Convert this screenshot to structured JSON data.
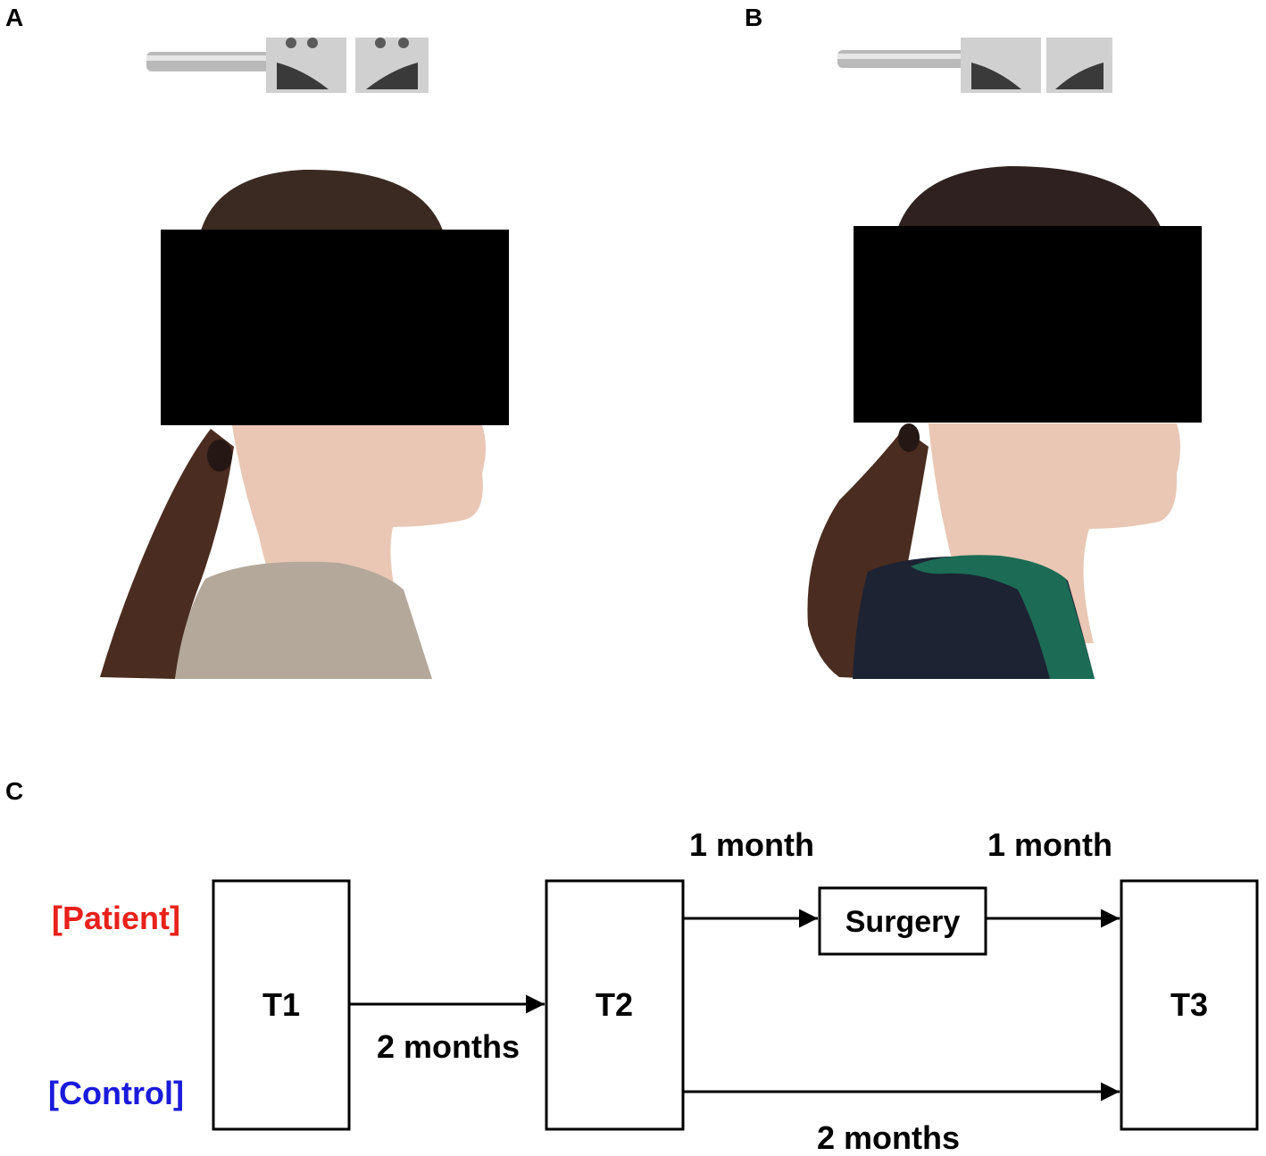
{
  "panels": {
    "a": "A",
    "b": "B",
    "c": "C"
  },
  "photos": {
    "a": {
      "description_icon": "profile-photo-icon",
      "censor_color": "#000000",
      "clothing_color": "#b4a89a"
    },
    "b": {
      "description_icon": "profile-photo-icon",
      "censor_color": "#000000",
      "clothing_color": "#1d2333",
      "collar_color": "#1b6b55"
    }
  },
  "timeline": {
    "groups": {
      "patient": "[Patient]",
      "control": "[Control]"
    },
    "group_colors": {
      "patient": "#e8211b",
      "control": "#1a1adc"
    },
    "timepoints": [
      "T1",
      "T2",
      "T3"
    ],
    "surgery": "Surgery",
    "intervals": {
      "t1_t2": "2 months",
      "t2_surgery": "1 month",
      "surgery_t3": "1 month",
      "control_t2_t3": "2 months"
    }
  }
}
